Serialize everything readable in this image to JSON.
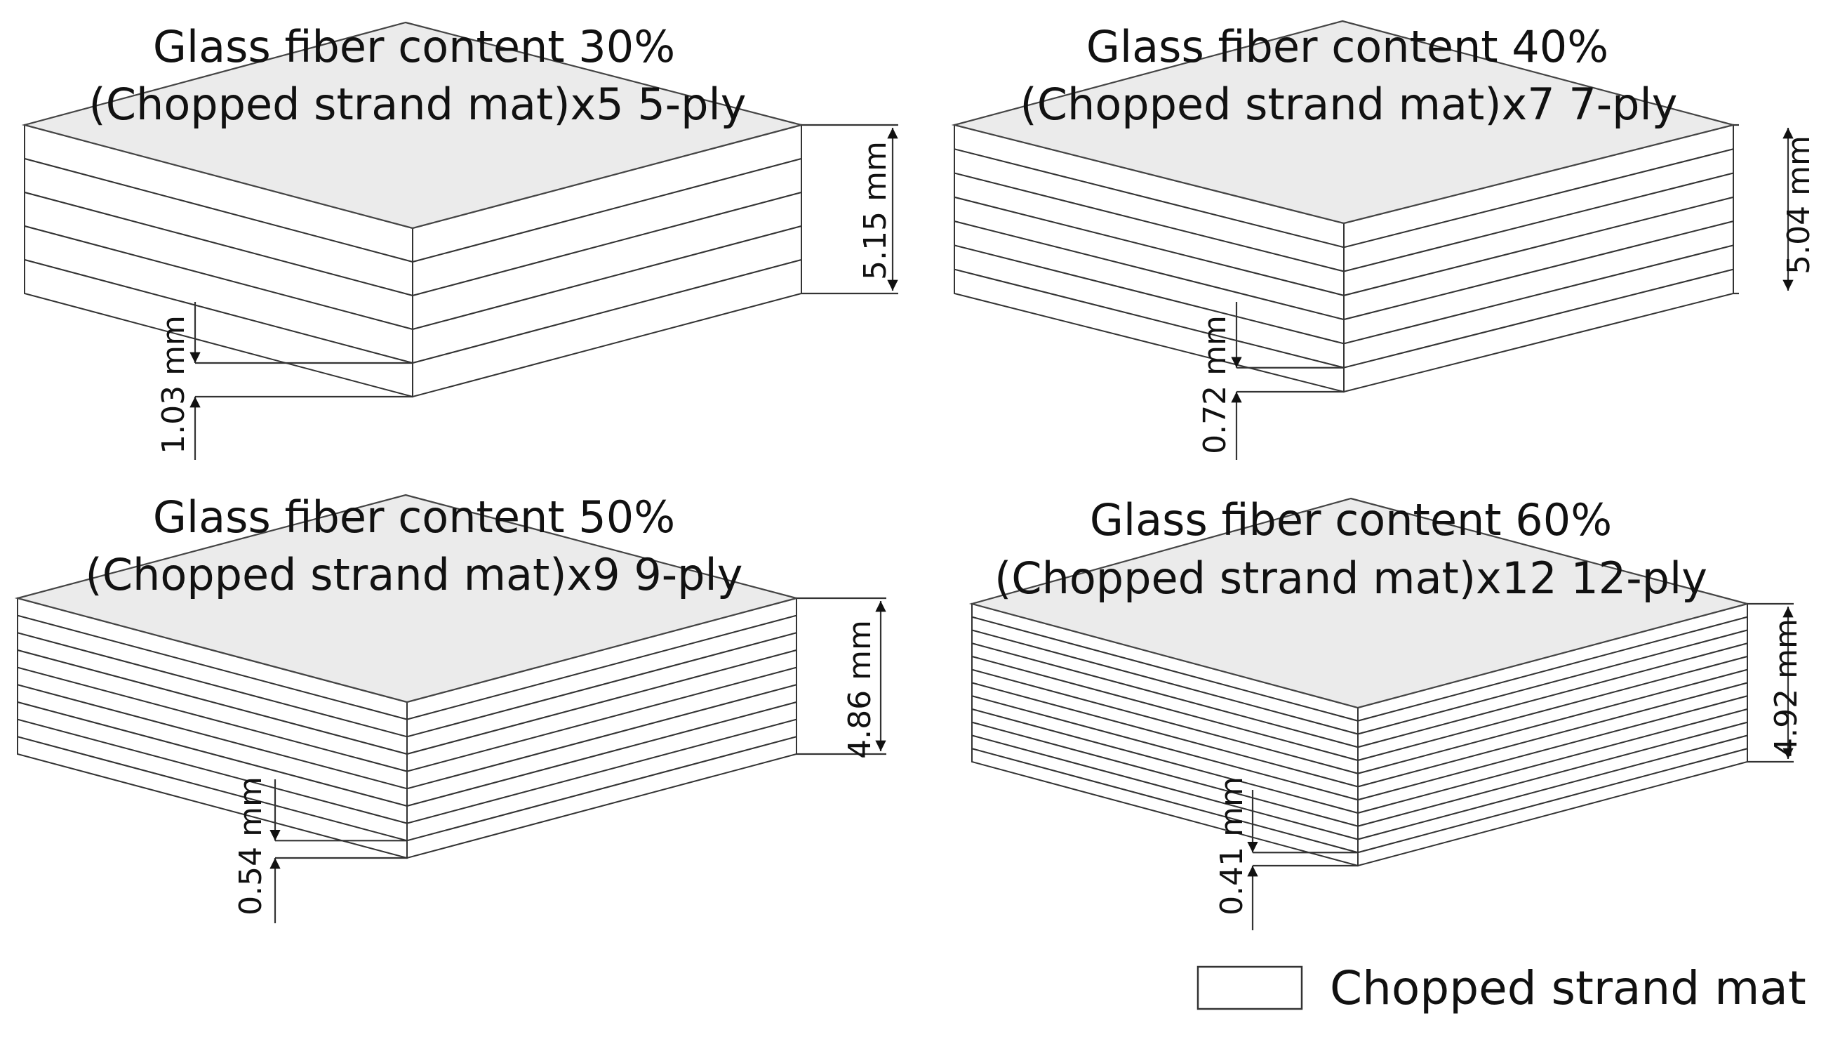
{
  "panels": [
    {
      "title_line1": "Glass fiber content 30%",
      "title_line2": "(Chopped strand mat)x5 5-ply",
      "plies": 5,
      "total_thickness": "5.15 mm",
      "ply_thickness": "1.03 mm"
    },
    {
      "title_line1": "Glass fiber content 40%",
      "title_line2": "(Chopped strand mat)x7 7-ply",
      "plies": 7,
      "total_thickness": "5.04 mm",
      "ply_thickness": "0.72 mm"
    },
    {
      "title_line1": "Glass fiber content 50%",
      "title_line2": "(Chopped strand mat)x9 9-ply",
      "plies": 9,
      "total_thickness": "4.86 mm",
      "ply_thickness": "0.54 mm"
    },
    {
      "title_line1": "Glass fiber content 60%",
      "title_line2": "(Chopped strand mat)x12 12-ply",
      "plies": 12,
      "total_thickness": "4.92 mm",
      "ply_thickness": "0.41 mm"
    }
  ],
  "legend": {
    "label": "Chopped strand mat",
    "swatch_color": "#ffffff"
  },
  "colors": {
    "top_face": "#ebebeb",
    "edge": "#333333"
  }
}
